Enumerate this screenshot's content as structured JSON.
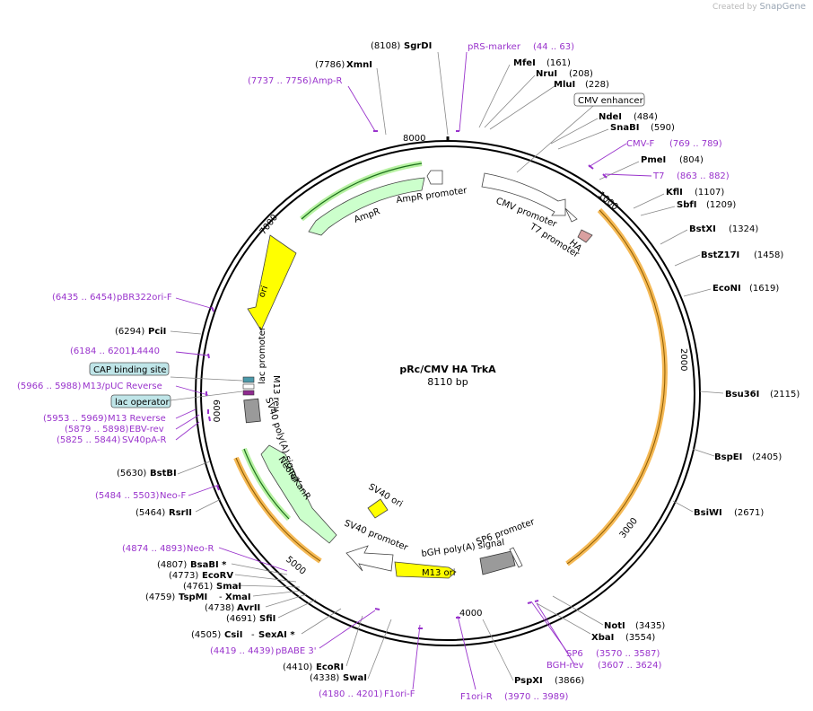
{
  "credit": {
    "prefix": "Created by",
    "brand": "SnapGene"
  },
  "title": "pRc/CMV HA TrkA",
  "length_label": "8110 bp",
  "total_bp": 8110,
  "ticks": [
    "1000",
    "2000",
    "3000",
    "4000",
    "5000",
    "6000",
    "7000",
    "8000"
  ],
  "colors": {
    "enzyme": "#000000",
    "primer": "#9933cc",
    "ampr": "#ccffcc",
    "ori": "#ffff00",
    "promoter": "#ffffff",
    "orf": "#ffcc66",
    "feature_box": "#bfe5e8",
    "polyA": "#9a9a9a"
  },
  "sites": [
    {
      "name": "SgrDI",
      "pos": "(8108)",
      "kind": "enzyme"
    },
    {
      "name": "XmnI",
      "pos": "(7786)",
      "kind": "enzyme"
    },
    {
      "name": "MfeI",
      "pos": "(161)",
      "kind": "enzyme"
    },
    {
      "name": "NruI",
      "pos": "(208)",
      "kind": "enzyme"
    },
    {
      "name": "MluI",
      "pos": "(228)",
      "kind": "enzyme"
    },
    {
      "name": "NdeI",
      "pos": "(484)",
      "kind": "enzyme"
    },
    {
      "name": "SnaBI",
      "pos": "(590)",
      "kind": "enzyme"
    },
    {
      "name": "PmeI",
      "pos": "(804)",
      "kind": "enzyme"
    },
    {
      "name": "KflI",
      "pos": "(1107)",
      "kind": "enzyme"
    },
    {
      "name": "SbfI",
      "pos": "(1209)",
      "kind": "enzyme"
    },
    {
      "name": "BstXI",
      "pos": "(1324)",
      "kind": "enzyme"
    },
    {
      "name": "BstZ17I",
      "pos": "(1458)",
      "kind": "enzyme"
    },
    {
      "name": "EcoNI",
      "pos": "(1619)",
      "kind": "enzyme"
    },
    {
      "name": "Bsu36I",
      "pos": "(2115)",
      "kind": "enzyme"
    },
    {
      "name": "BspEI",
      "pos": "(2405)",
      "kind": "enzyme"
    },
    {
      "name": "BsiWI",
      "pos": "(2671)",
      "kind": "enzyme"
    },
    {
      "name": "NotI",
      "pos": "(3435)",
      "kind": "enzyme"
    },
    {
      "name": "XbaI",
      "pos": "(3554)",
      "kind": "enzyme"
    },
    {
      "name": "PspXI",
      "pos": "(3866)",
      "kind": "enzyme"
    },
    {
      "name": "PciI",
      "pos": "(6294)",
      "kind": "enzyme"
    },
    {
      "name": "BstBI",
      "pos": "(5630)",
      "kind": "enzyme"
    },
    {
      "name": "RsrII",
      "pos": "(5464)",
      "kind": "enzyme"
    },
    {
      "name": "BsaBI *",
      "pos": "(4807)",
      "kind": "enzyme"
    },
    {
      "name": "EcoRV",
      "pos": "(4773)",
      "kind": "enzyme"
    },
    {
      "name": "SmaI",
      "pos": "(4761)",
      "kind": "enzyme"
    },
    {
      "name": "TspMI",
      "pos": "(4759)",
      "kind": "enzyme"
    },
    {
      "name": "XmaI",
      "pos": "",
      "kind": "enzyme"
    },
    {
      "name": "AvrII",
      "pos": "(4738)",
      "kind": "enzyme"
    },
    {
      "name": "SfiI",
      "pos": "(4691)",
      "kind": "enzyme"
    },
    {
      "name": "CsiI",
      "pos": "(4505)",
      "kind": "enzyme"
    },
    {
      "name": "SexAI *",
      "pos": "",
      "kind": "enzyme"
    },
    {
      "name": "EcoRI",
      "pos": "(4410)",
      "kind": "enzyme"
    },
    {
      "name": "SwaI",
      "pos": "(4338)",
      "kind": "enzyme"
    },
    {
      "name": "pRS-marker",
      "pos": "(44 .. 63)",
      "kind": "primer"
    },
    {
      "name": "Amp-R",
      "pos": "(7737 .. 7756)",
      "kind": "primer"
    },
    {
      "name": "CMV-F",
      "pos": "(769 .. 789)",
      "kind": "primer"
    },
    {
      "name": "T7",
      "pos": "(863 .. 882)",
      "kind": "primer"
    },
    {
      "name": "pBR322ori-F",
      "pos": "(6435 .. 6454)",
      "kind": "primer"
    },
    {
      "name": "L4440",
      "pos": "(6184 .. 6201)",
      "kind": "primer"
    },
    {
      "name": "M13/pUC Reverse",
      "pos": "(5966 .. 5988)",
      "kind": "primer"
    },
    {
      "name": "M13 Reverse",
      "pos": "(5953 .. 5969)",
      "kind": "primer"
    },
    {
      "name": "EBV-rev",
      "pos": "(5879 .. 5898)",
      "kind": "primer"
    },
    {
      "name": "SV40pA-R",
      "pos": "(5825 .. 5844)",
      "kind": "primer"
    },
    {
      "name": "Neo-F",
      "pos": "(5484 .. 5503)",
      "kind": "primer"
    },
    {
      "name": "Neo-R",
      "pos": "(4874 .. 4893)",
      "kind": "primer"
    },
    {
      "name": "pBABE 3'",
      "pos": "(4419 .. 4439)",
      "kind": "primer"
    },
    {
      "name": "F1ori-F",
      "pos": "(4180 .. 4201)",
      "kind": "primer"
    },
    {
      "name": "F1ori-R",
      "pos": "(3970 .. 3989)",
      "kind": "primer"
    },
    {
      "name": "SP6",
      "pos": "(3570 .. 3587)",
      "kind": "primer"
    },
    {
      "name": "BGH-rev",
      "pos": "(3607 .. 3624)",
      "kind": "primer"
    }
  ],
  "boxed_features": [
    "CMV enhancer",
    "CAP binding site",
    "lac operator"
  ],
  "features": [
    "AmpR promoter",
    "AmpR",
    "ori",
    "CMV promoter",
    "T7 promoter",
    "HA",
    "lac promoter",
    "M13 rev",
    "SV40 poly(A) signal",
    "NeoR/KanR",
    "SV40 ori",
    "SV40 promoter",
    "SP6 promoter",
    "bGH poly(A) signal",
    "M13 ori"
  ]
}
